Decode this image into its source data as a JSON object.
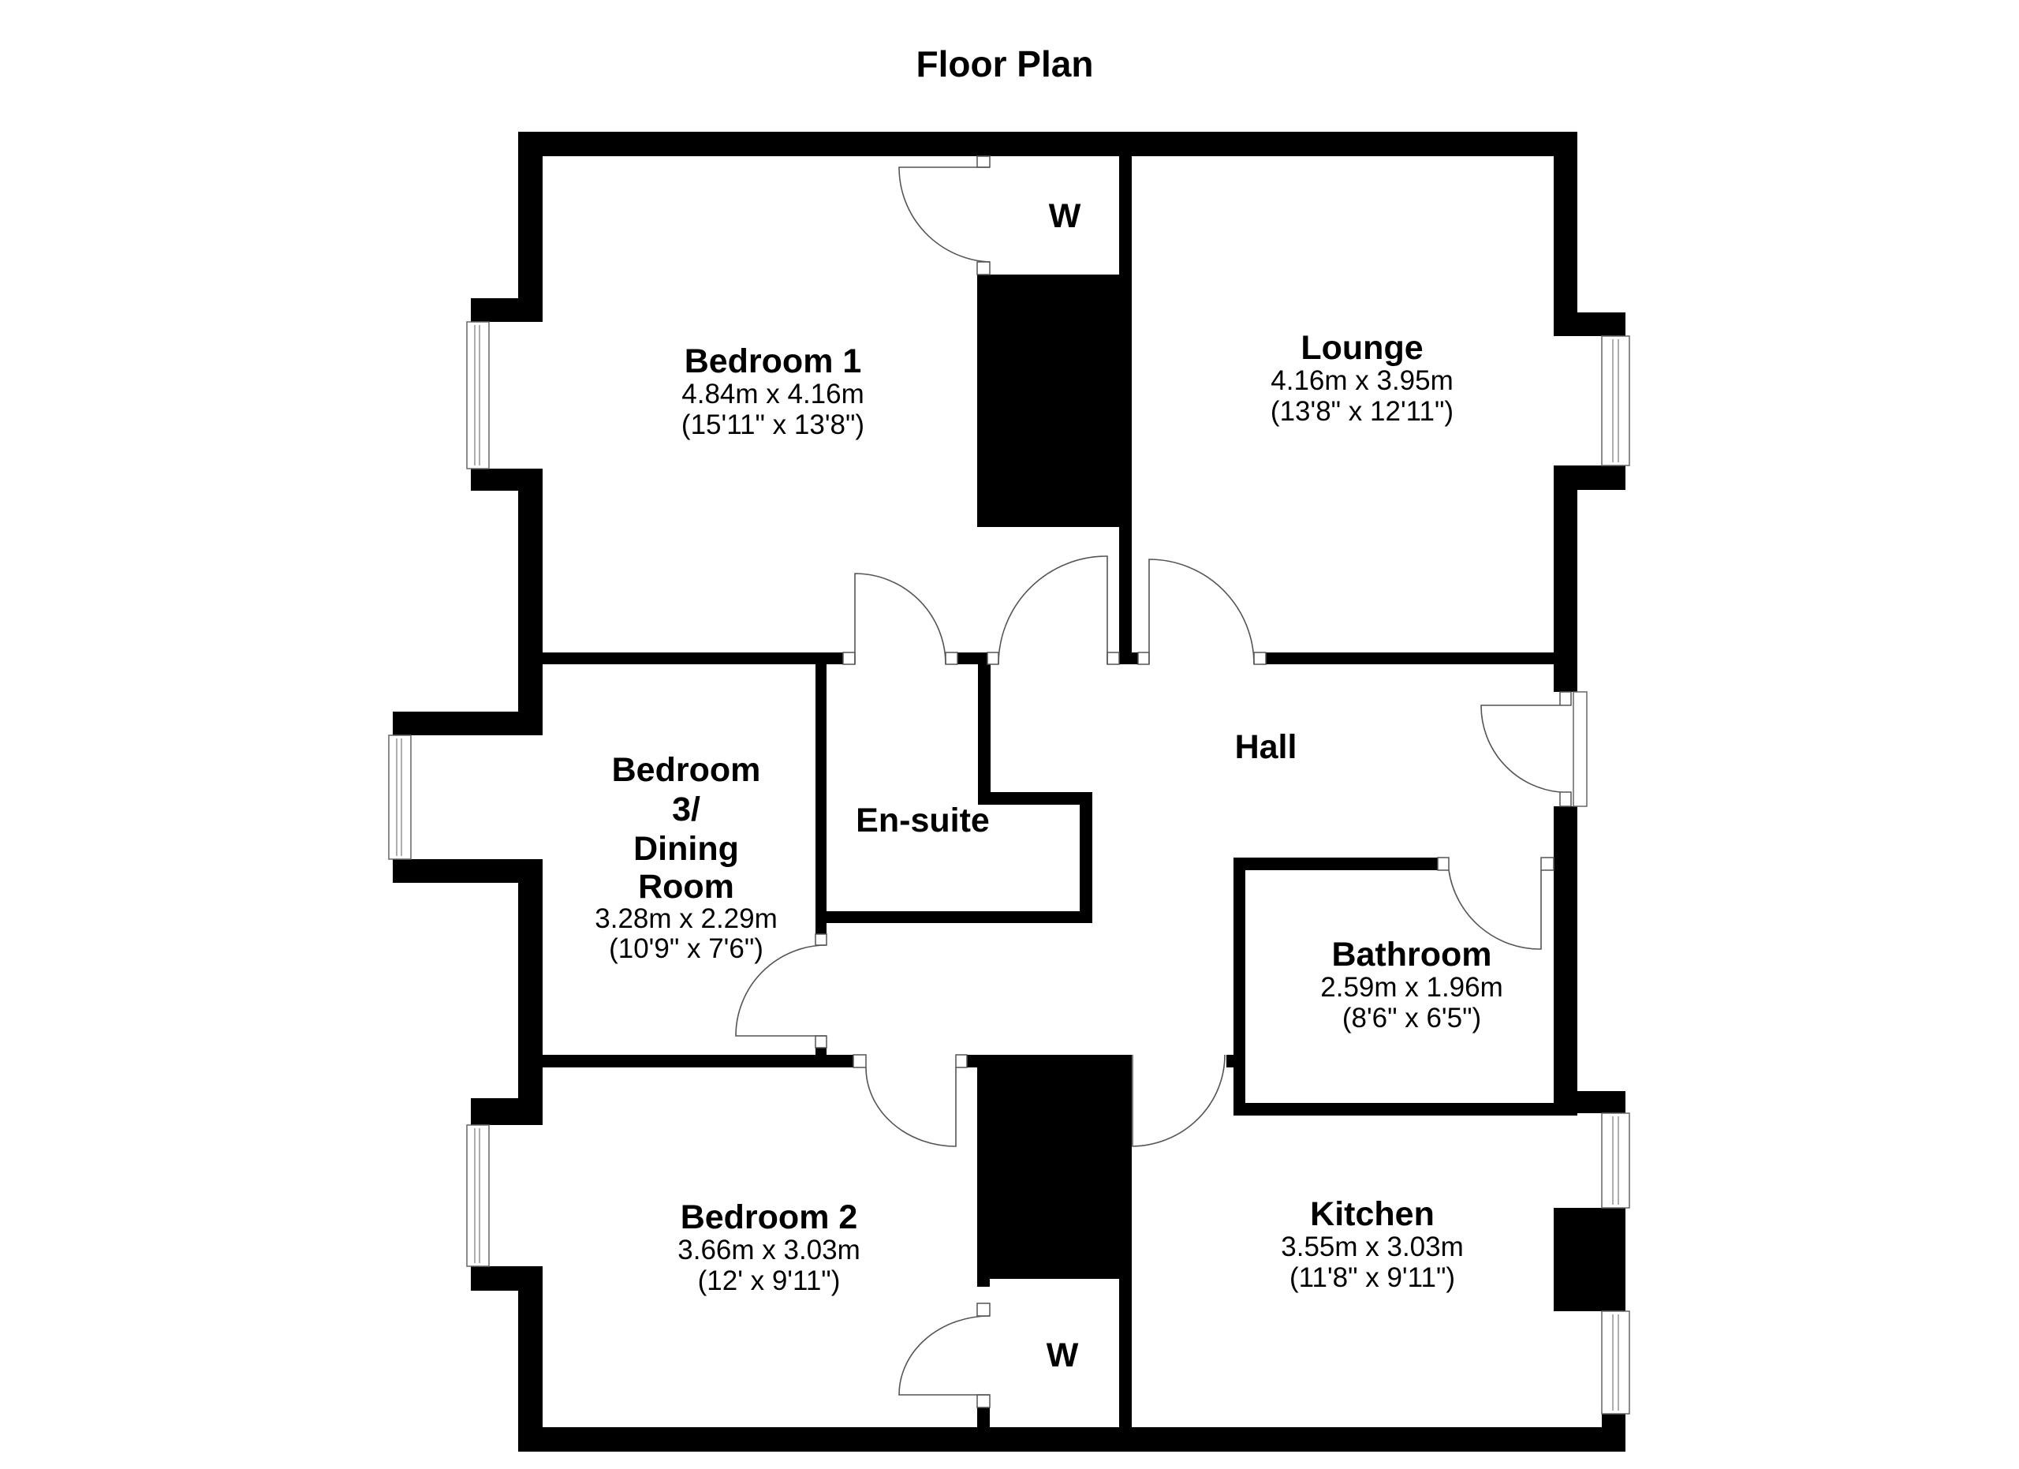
{
  "title": "Floor Plan",
  "colors": {
    "wall": "#000000",
    "background": "#ffffff",
    "door_line": "#555555"
  },
  "rooms": {
    "bedroom1": {
      "name": "Bedroom 1",
      "metric": "4.84m x 4.16m",
      "imperial": "(15'11\" x 13'8\")"
    },
    "lounge": {
      "name": "Lounge",
      "metric": "4.16m x 3.95m",
      "imperial": "(13'8\" x 12'11\")"
    },
    "bedroom3": {
      "name_lines": [
        "Bedroom",
        "3/",
        "Dining",
        "Room"
      ],
      "metric": "3.28m x 2.29m",
      "imperial": "(10'9\" x 7'6\")"
    },
    "ensuite": {
      "name": "En-suite"
    },
    "hall": {
      "name": "Hall"
    },
    "bathroom": {
      "name": "Bathroom",
      "metric": "2.59m x 1.96m",
      "imperial": "(8'6\" x 6'5\")"
    },
    "bedroom2": {
      "name": "Bedroom 2",
      "metric": "3.66m x 3.03m",
      "imperial": "(12' x 9'11\")"
    },
    "kitchen": {
      "name": "Kitchen",
      "metric": "3.55m x 3.03m",
      "imperial": "(11'8\" x 9'11\")"
    },
    "wardrobe1": {
      "name": "W"
    },
    "wardrobe2": {
      "name": "W"
    }
  }
}
